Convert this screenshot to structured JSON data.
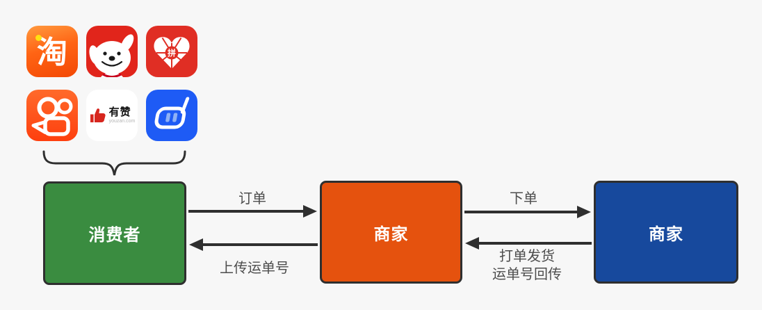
{
  "canvas": {
    "background": "#f7f7f7",
    "stroke_color": "#2f2f2f",
    "edge_label_color": "#4d4d4d"
  },
  "app_icons": [
    {
      "name": "taobao",
      "glyph": "淘",
      "bg": "#ff5000"
    },
    {
      "name": "jd-joy-dog",
      "bg": "#e1251b"
    },
    {
      "name": "pinduoduo",
      "glyph": "拼",
      "bg": "#e02e24"
    },
    {
      "name": "kuaishou",
      "bg": "#fe4a10"
    },
    {
      "name": "youzan",
      "glyph": "有赞",
      "sub": "youzan.com",
      "bg": "#ffffff",
      "accent": "#d7261e"
    },
    {
      "name": "weidian",
      "bg": "#1e5bf5"
    }
  ],
  "nodes": {
    "consumer": {
      "label": "消费者",
      "color": "#3a8c40"
    },
    "merchant_platform": {
      "label": "商家",
      "color": "#e5520e"
    },
    "merchant_erp": {
      "label": "商家",
      "color": "#17499d"
    }
  },
  "edges": {
    "order": {
      "label": "订单",
      "direction": "right"
    },
    "upload_tracking": {
      "label": "上传运单号",
      "direction": "left"
    },
    "place_order": {
      "label": "下单",
      "direction": "right"
    },
    "ship_return": {
      "label_line1": "打单发货",
      "label_line2": "运单号回传",
      "direction": "left"
    }
  }
}
